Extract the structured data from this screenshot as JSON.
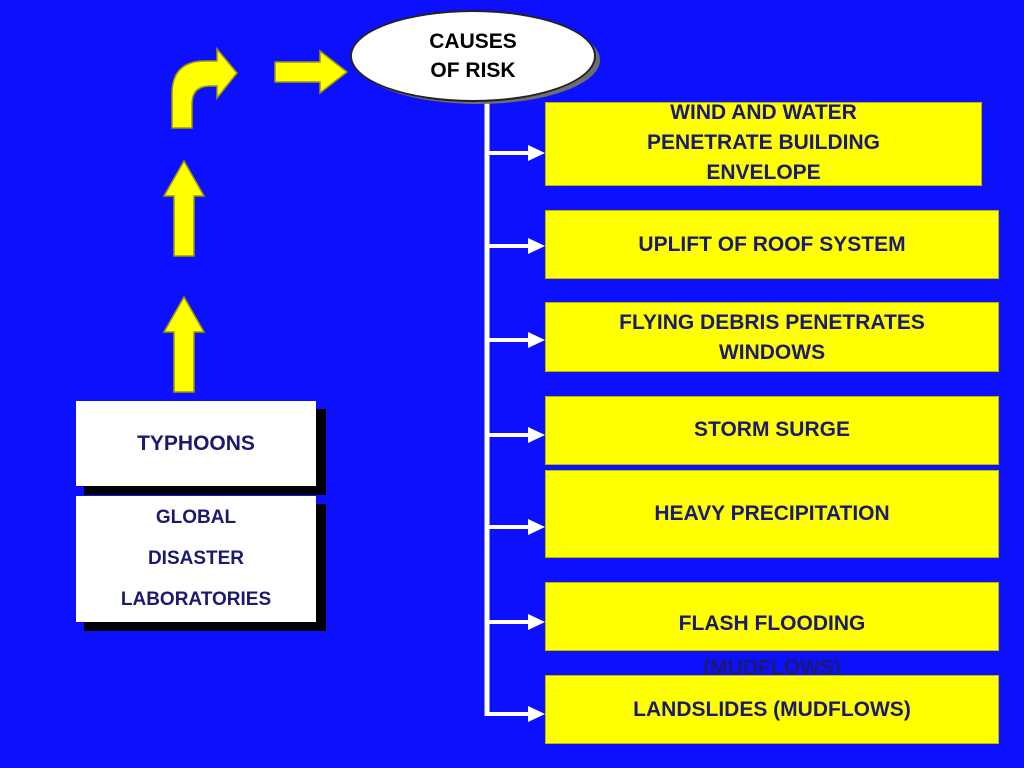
{
  "title": {
    "line1": "CAUSES",
    "line2": "OF RISK"
  },
  "causes": [
    {
      "lines": [
        "WIND AND WATER",
        "PENETRATE BUILDING",
        "ENVELOPE"
      ]
    },
    {
      "lines": [
        "UPLIFT OF ROOF SYSTEM"
      ]
    },
    {
      "lines": [
        "FLYING DEBRIS PENETRATES",
        "WINDOWS"
      ]
    },
    {
      "lines": [
        "STORM SURGE"
      ]
    },
    {
      "lines": [
        "HEAVY PRECIPITATION"
      ]
    },
    {
      "lines": [
        "FLASH FLOODING"
      ]
    },
    {
      "lines": [
        "LANDSLIDES (MUDFLOWS)"
      ]
    }
  ],
  "stray_text": "(MUDFLOWS)",
  "typhoons": "TYPHOONS",
  "global_disaster_laboratories": {
    "line1": "GLOBAL",
    "line2": "DISASTER",
    "line3": "LABORATORIES"
  },
  "colors": {
    "background": "#0d0fff",
    "box_fill": "#ffff00",
    "box_text": "#1a1a6e",
    "arrow_fill": "#ffff00",
    "connector": "#ffffff"
  }
}
